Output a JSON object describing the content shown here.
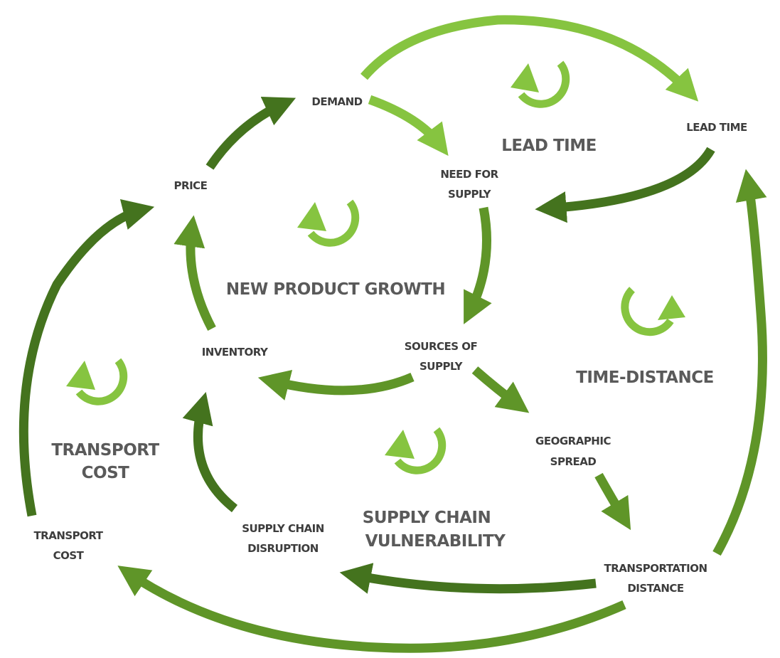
{
  "nodes": {
    "demand": "DEMAND",
    "price": "PRICE",
    "need_for_supply": [
      "NEED FOR",
      "SUPPLY"
    ],
    "lead_time": "LEAD TIME",
    "inventory": "INVENTORY",
    "sources_of_supply": [
      "SOURCES OF",
      "SUPPLY"
    ],
    "geographic_spread": [
      "GEOGRAPHIC",
      "SPREAD"
    ],
    "transport_cost": [
      "TRANSPORT",
      "COST"
    ],
    "supply_chain_disruption": [
      "SUPPLY CHAIN",
      "DISRUPTION"
    ],
    "transportation_distance": [
      "TRANSPORTATION",
      "DISTANCE"
    ]
  },
  "loops": {
    "lead_time": [
      "LEAD TIME"
    ],
    "new_product_growth": [
      "NEW PRODUCT GROWTH"
    ],
    "time_distance": [
      "TIME-DISTANCE"
    ],
    "transport_cost": [
      "TRANSPORT",
      "COST"
    ],
    "supply_chain_vulnerability": [
      "SUPPLY CHAIN",
      "VULNERABILITY"
    ]
  },
  "colors": {
    "dark_green": "#44731e",
    "mid_green": "#5f9528",
    "light_green": "#86c440",
    "text": "#3d3d3d",
    "loop_text": "#5a5a5a"
  }
}
